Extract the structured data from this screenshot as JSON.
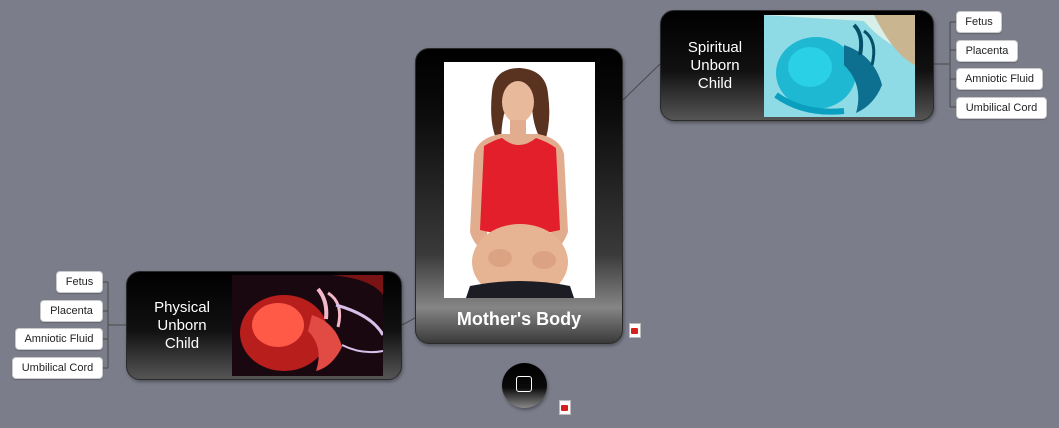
{
  "central_topic": {
    "label": "Mother's Body",
    "image": "pregnant-woman-photo"
  },
  "branches": {
    "spiritual": {
      "label_lines": [
        "Spiritual",
        "Unborn",
        "Child"
      ],
      "image": "fetus-cyan-image",
      "leaves": [
        "Fetus",
        "Placenta",
        "Amniotic Fluid",
        "Umbilical Cord"
      ]
    },
    "physical": {
      "label_lines": [
        "Physical",
        "Unborn",
        "Child"
      ],
      "image": "fetus-red-image",
      "leaves": [
        "Fetus",
        "Placenta",
        "Amniotic Fluid",
        "Umbilical Cord"
      ]
    }
  },
  "floating_topic": {
    "icon": "square-outline-icon"
  },
  "attachments": {
    "icon": "pdf-file-icon",
    "count": 2
  },
  "colors": {
    "background": "#7b7d8b",
    "node_fill_top": "#000000",
    "leaf_fill": "#ffffff",
    "connector": "#4a4a4a",
    "pdf_accent": "#d6201c",
    "shirt_red": "#e31f2b",
    "fetus_cyan": "#1ab4d2",
    "fetus_red": "#c81f1c"
  }
}
